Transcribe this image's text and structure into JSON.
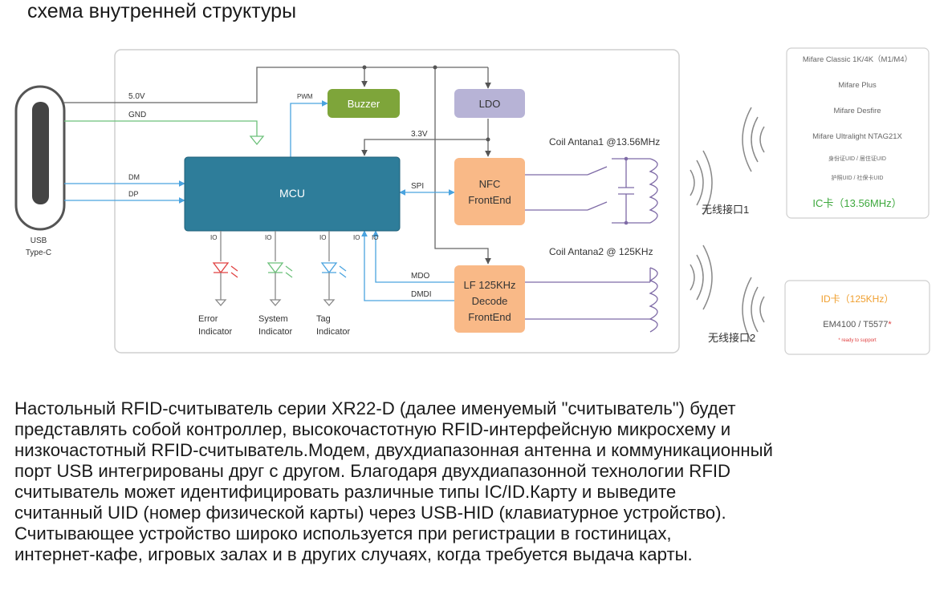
{
  "title": "схема внутренней структуры",
  "usb": {
    "label_line1": "USB",
    "label_line2": "Type-C"
  },
  "signals": {
    "v5": "5.0V",
    "gnd": "GND",
    "dm": "DM",
    "dp": "DP",
    "pwm": "PWM",
    "v33": "3.3V",
    "spi": "SPI",
    "mdo": "MDO",
    "dmdi": "DMDI",
    "io": [
      "IO",
      "IO",
      "IO",
      "IO",
      "IO"
    ]
  },
  "blocks": {
    "buzzer": "Buzzer",
    "ldo": "LDO",
    "mcu": "MCU",
    "nfc_line1": "NFC",
    "nfc_line2": "FrontEnd",
    "lf_line1": "LF 125KHz",
    "lf_line2": "Decode",
    "lf_line3": "FrontEnd"
  },
  "indicators": {
    "error_line1": "Error",
    "error_line2": "Indicator",
    "system_line1": "System",
    "system_line2": "Indicator",
    "tag_line1": "Tag",
    "tag_line2": "Indicator"
  },
  "coils": {
    "coil1": "Coil Antana1 @13.56MHz",
    "coil2": "Coil Antana2 @ 125KHz"
  },
  "interfaces": {
    "if1": "无线接口1",
    "if2": "无线接口2"
  },
  "ic_card": {
    "items": [
      "Mifare Classic 1K/4K（M1/M4）",
      "Mifare Plus",
      "Mifare Desfire",
      "Mifare Ultralight NTAG21X",
      "身份证UID / 居住证UID",
      "护照UID / 社保卡UID"
    ],
    "title": "IC卡（13.56MHz）"
  },
  "id_card": {
    "title": "ID卡（125KHz）",
    "models": "EM4100 / T5577",
    "asterisk": "*",
    "note": "* ready to support"
  },
  "description": [
    "Настольный RFID-считыватель серии XR22-D (далее именуемый \"считыватель\") будет",
    "представлять собой контроллер, высокочастотную RFID-интерфейсную микросхему и",
    "низкочастотный RFID-считыватель.Модем, двухдиапазонная антенна и коммуникационный",
    "порт USB интегрированы друг с другом. Благодаря двухдиапазонной технологии RFID",
    "считыватель может идентифицировать различные типы IC/ID.Карту и выведите",
    "считанный UID (номер физической карты) через USB-HID (клавиатурное устройство).",
    "Считывающее устройство широко используется при регистрации в гостиницах,",
    "интернет-кафе, игровых залах и в других случаях, когда требуется выдача карты."
  ],
  "colors": {
    "mcu": "#2e7d9a",
    "buzzer": "#7ea53a",
    "ldo": "#b7b3d6",
    "frontend": "#f9b987",
    "line_blue": "#4aa3df",
    "line_green": "#6cc07a",
    "line_purple": "#7e6aa6",
    "ic_green": "#3da83d",
    "id_orange": "#f0a030"
  }
}
